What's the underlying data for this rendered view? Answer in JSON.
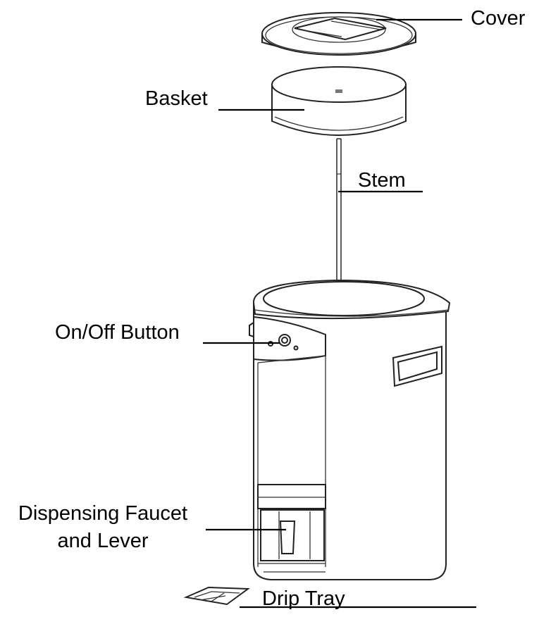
{
  "labels": {
    "cover": "Cover",
    "basket": "Basket",
    "stem": "Stem",
    "on_off_button": "On/Off Button",
    "dispensing_faucet_line1": "Dispensing Faucet",
    "dispensing_faucet_line2": "and Lever",
    "drip_tray": "Drip Tray"
  }
}
